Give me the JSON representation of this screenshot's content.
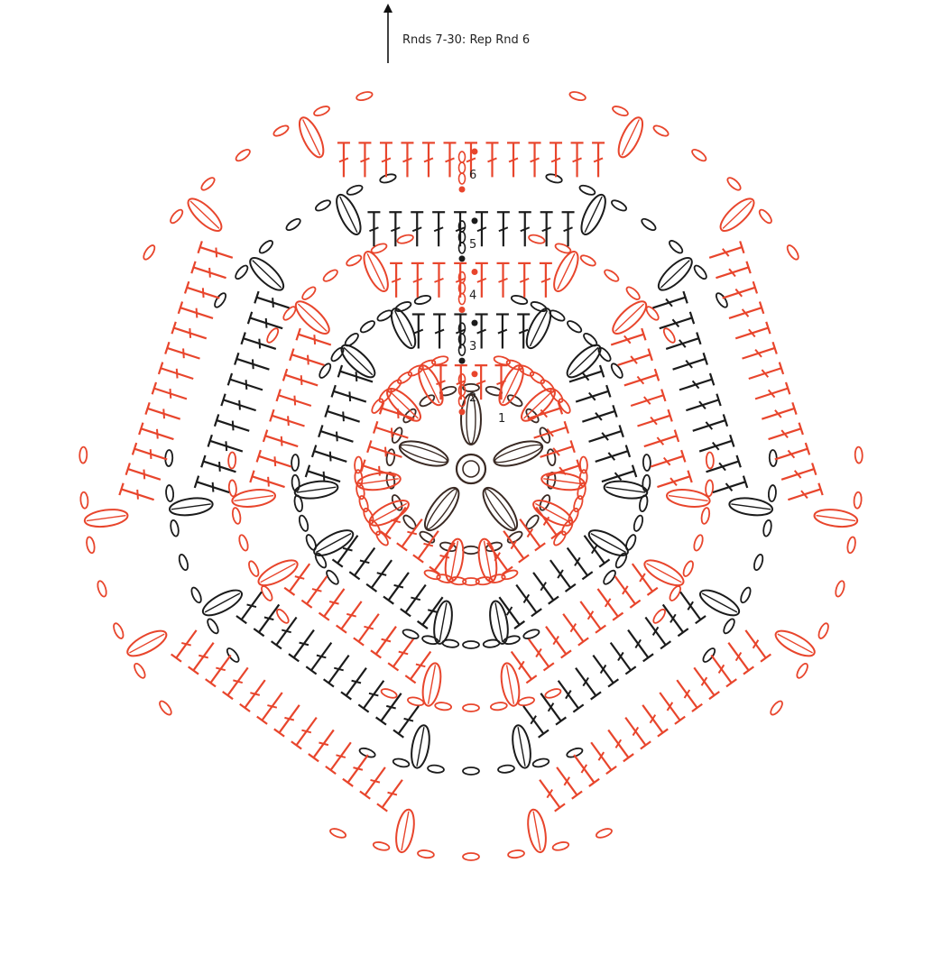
{
  "instruction": "Rnds 7-30: Rep Rnd 6",
  "colors": {
    "red": "#e8452c",
    "black": "#1b1b1b",
    "brown": "#3a2a24",
    "text": "#222222"
  },
  "icons": {
    "arrow": "up-arrow-icon"
  },
  "rounds": [
    {
      "label": "1",
      "color": "brown",
      "stitches": "5 clusters, chain loops"
    },
    {
      "label": "2",
      "color": "red",
      "stitches": "puff clusters + double crochet"
    },
    {
      "label": "3",
      "color": "black",
      "stitches": "puff clusters + double crochet"
    },
    {
      "label": "4",
      "color": "red",
      "stitches": "puff clusters + double crochet"
    },
    {
      "label": "5",
      "color": "black",
      "stitches": "puff clusters + double crochet"
    },
    {
      "label": "6",
      "color": "red",
      "stitches": "puff clusters + double crochet"
    }
  ]
}
